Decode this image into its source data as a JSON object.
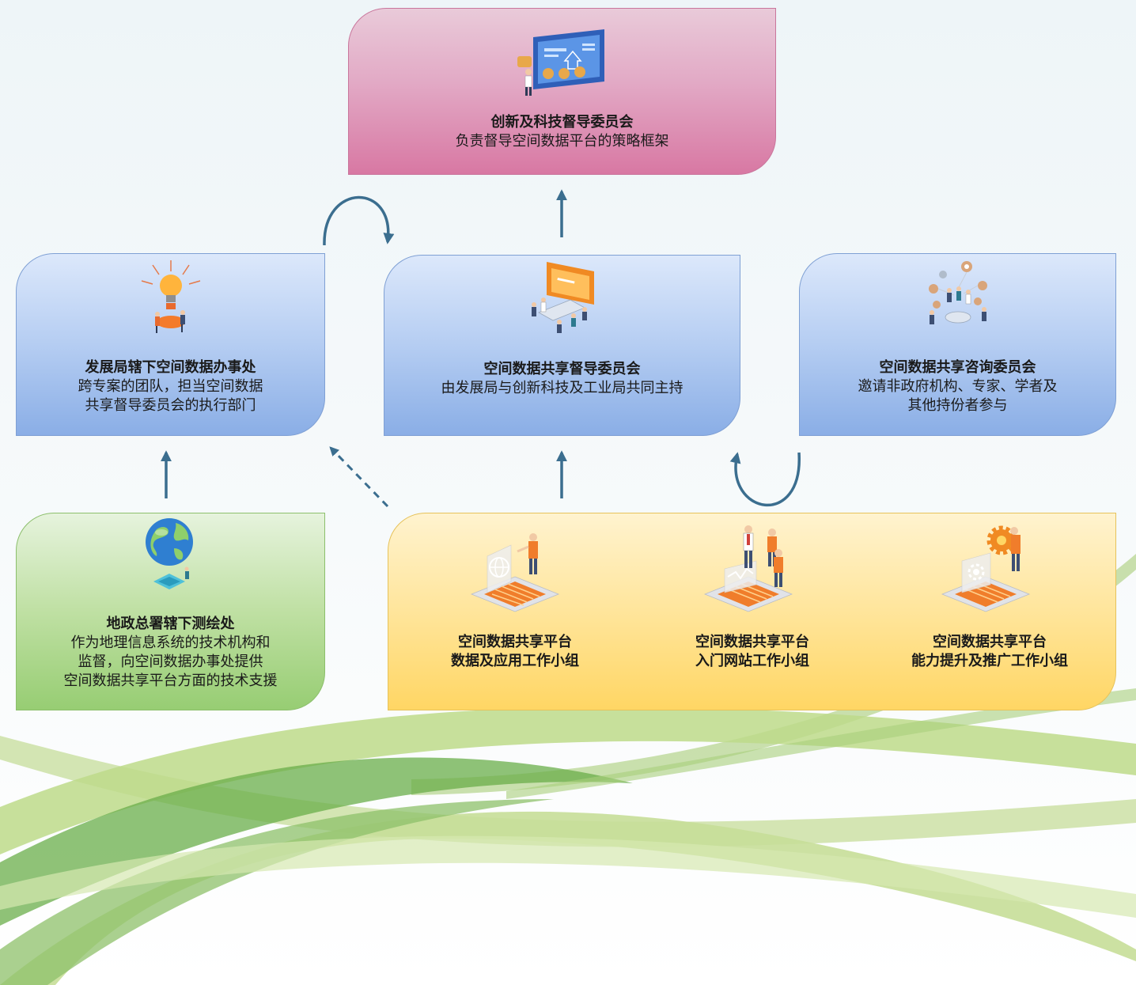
{
  "nodes": {
    "innovation_committee": {
      "title": "创新及科技督导委员会",
      "description": "负责督导空间数据平台的策略框架"
    },
    "devb_office": {
      "title": "发展局辖下空间数据办事处",
      "description": "跨专案的团队，担当空间数据\n共享督导委员会的执行部门"
    },
    "steering_committee": {
      "title": "空间数据共享督导委员会",
      "description": "由发展局与创新科技及工业局共同主持"
    },
    "advisory_committee": {
      "title": "空间数据共享咨询委员会",
      "description": "邀请非政府机构、专家、学者及\n其他持份者参与"
    },
    "lands_survey_office": {
      "title": "地政总署辖下测绘处",
      "description": "作为地理信息系统的技术机构和\n监督，向空间数据办事处提供\n空间数据共享平台方面的技术支援"
    },
    "working_groups": [
      {
        "name": "空间数据共享平台\n数据及应用工作小组",
        "icon": "globe-platform-icon"
      },
      {
        "name": "空间数据共享平台\n入门网站工作小组",
        "icon": "map-platform-icon"
      },
      {
        "name": "空间数据共享平台\n能力提升及推广工作小组",
        "icon": "gear-platform-icon"
      }
    ]
  },
  "colors": {
    "connector": "#3b6e8f",
    "pink_box": "#d878a3",
    "blue_box": "#8aaee6",
    "green_box": "#97cd73",
    "yellow_box": "#ffd664",
    "accent_orange": "#f07d2b"
  }
}
